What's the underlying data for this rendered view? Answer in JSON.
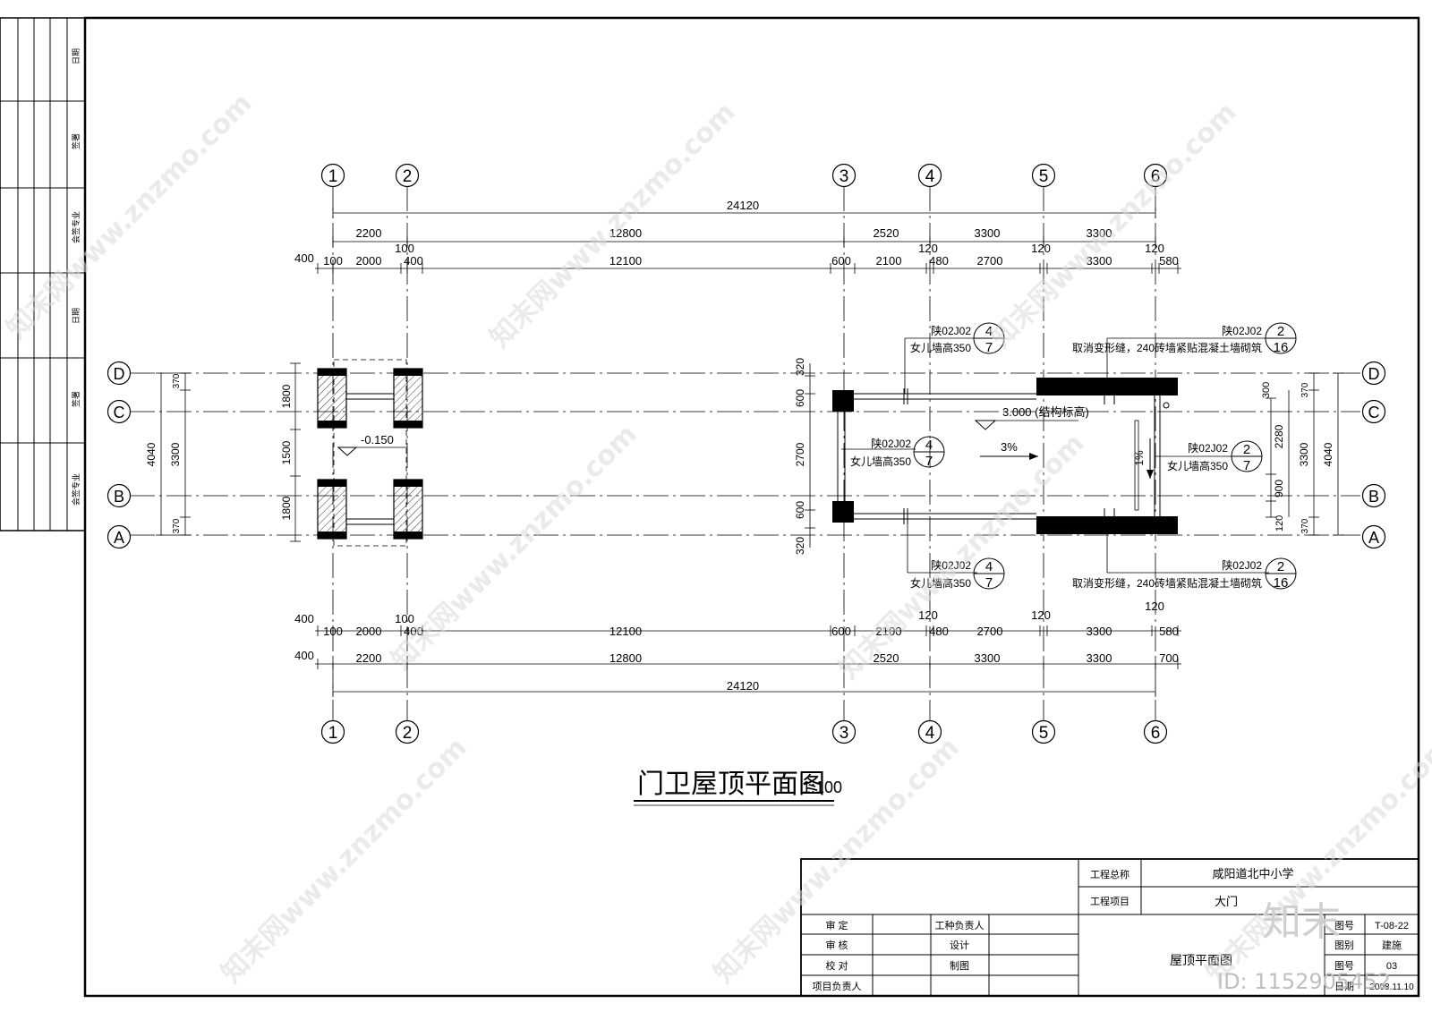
{
  "side_strip": {
    "labels": [
      "日期",
      "签署",
      "会签专业",
      "日期",
      "签署",
      "会签专业"
    ]
  },
  "plan": {
    "axes_h": [
      "1",
      "2",
      "3",
      "4",
      "5",
      "6"
    ],
    "axes_v": [
      "D",
      "C",
      "B",
      "A"
    ],
    "dims_top": {
      "overall": "24120",
      "row2": [
        "2200",
        "12800",
        "2520",
        "3300",
        "3300"
      ],
      "row3": [
        "400",
        "100",
        "2000",
        "100",
        "400",
        "12100",
        "600",
        "2100",
        "120",
        "480",
        "2700",
        "120",
        "3300",
        "120",
        "580"
      ]
    },
    "dims_bottom": {
      "overall": "24120",
      "row2": [
        "400",
        "2200",
        "12800",
        "2520",
        "3300",
        "3300",
        "700"
      ],
      "row3": [
        "400",
        "100",
        "2000",
        "100",
        "400",
        "12100",
        "600",
        "2100",
        "120",
        "480",
        "2700",
        "120",
        "3300",
        "120",
        "580"
      ]
    },
    "dims_left": {
      "outer": "4040",
      "mid": "3300",
      "small": [
        "370",
        "370"
      ],
      "gate": [
        "1800",
        "1500",
        "1800"
      ]
    },
    "dims_right": {
      "outer": "4040",
      "mid": "3300",
      "inner": [
        "300",
        "2280",
        "900",
        "120"
      ],
      "small": [
        "370",
        "370"
      ]
    },
    "dims_mid": [
      "320",
      "600",
      "2700",
      "600",
      "320"
    ],
    "elevation_gate": "-0.150",
    "elevation_roof": "3.000 (结构标高)",
    "slope_main": "3%",
    "slope_side": "1%",
    "callouts": [
      {
        "ref": "陕02J02",
        "num": "4",
        "den": "7",
        "note": "女儿墙高350"
      },
      {
        "ref": "陕02J02",
        "num": "2",
        "den": "16",
        "note": "取消变形缝，240砖墙紧贴混凝土墙砌筑"
      },
      {
        "ref": "陕02J02",
        "num": "4",
        "den": "7",
        "note": "女儿墙高350"
      },
      {
        "ref": "陕02J02",
        "num": "2",
        "den": "7",
        "note": "女儿墙高350"
      },
      {
        "ref": "陕02J02",
        "num": "4",
        "den": "7",
        "note": "女儿墙高350"
      },
      {
        "ref": "陕02J02",
        "num": "2",
        "den": "16",
        "note": "取消变形缝，240砖墙紧贴混凝土墙砌筑"
      }
    ],
    "title": "门卫屋顶平面图",
    "scale": "1:100"
  },
  "title_block": {
    "project_name_label": "工程总称",
    "project_name": "咸阳道北中小学",
    "project_item_label": "工程项目",
    "project_item": "大门",
    "rows_left": [
      "审  定",
      "审  核",
      "校  对",
      "项目负责人"
    ],
    "rows_mid": [
      "工种负责人",
      "设计",
      "制图",
      ""
    ],
    "drawing_title": "屋顶平面图",
    "right_labels": [
      "图号",
      "图别",
      "图号",
      "日期"
    ],
    "right_values": [
      "T-08-22",
      "建施",
      "03",
      "2008.11.10"
    ]
  },
  "watermark": {
    "text": "知末网www.znzmo.com",
    "brand": "知末",
    "id": "ID: 1152905452"
  }
}
